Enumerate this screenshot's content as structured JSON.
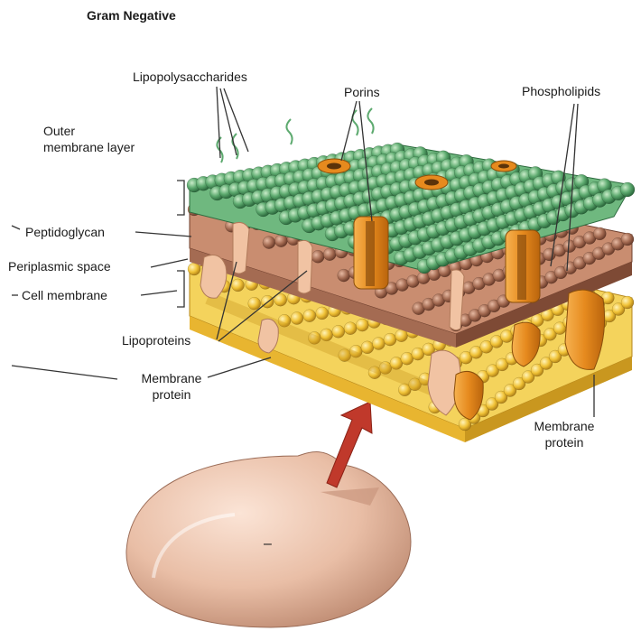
{
  "title": "Gram Negative",
  "labels": {
    "lipopolysaccharides": "Lipopolysaccharides",
    "porins": "Porins",
    "phospholipids": "Phospholipids",
    "outer_membrane_line1": "Outer",
    "outer_membrane_line2": "membrane layer",
    "peptidoglycan": "Peptidoglycan",
    "periplasmic_space": "Periplasmic space",
    "cell_membrane": "Cell membrane",
    "lipoproteins": "Lipoproteins",
    "membrane_protein_left_line1": "Membrane",
    "membrane_protein_left_line2": "protein",
    "membrane_protein_right_line1": "Membrane",
    "membrane_protein_right_line2": "protein",
    "cell_glyph": "–"
  },
  "colors": {
    "outer_membrane": "#5daa6f",
    "peptidoglycan": "#a46b52",
    "cell_membrane": "#e8b530",
    "porin": "#e68a1e",
    "lipoprotein": "#f1c3a3",
    "arrow": "#c0392b",
    "cell_body": "#e9bea6"
  }
}
